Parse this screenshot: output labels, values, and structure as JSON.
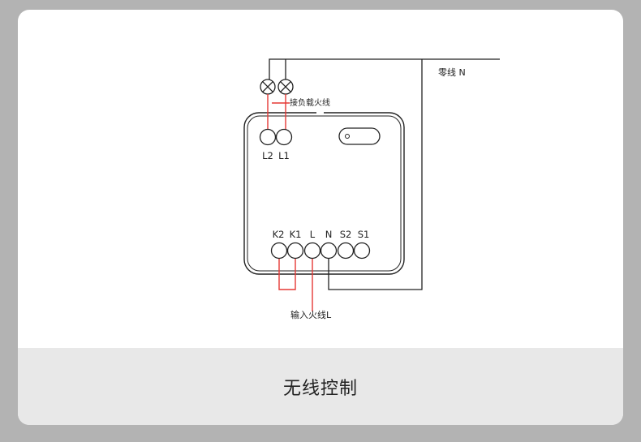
{
  "diagram": {
    "neutral_label": "零线 N",
    "load_label": "接负载火线",
    "input_label": "输入火线L",
    "top_terminals": [
      "L2",
      "L1"
    ],
    "bottom_terminals": [
      "K2",
      "K1",
      "L",
      "N",
      "S2",
      "S1"
    ],
    "wire_colors": {
      "live": "#e53935",
      "neutral": "#222222"
    }
  },
  "footer": {
    "caption": "无线控制"
  }
}
